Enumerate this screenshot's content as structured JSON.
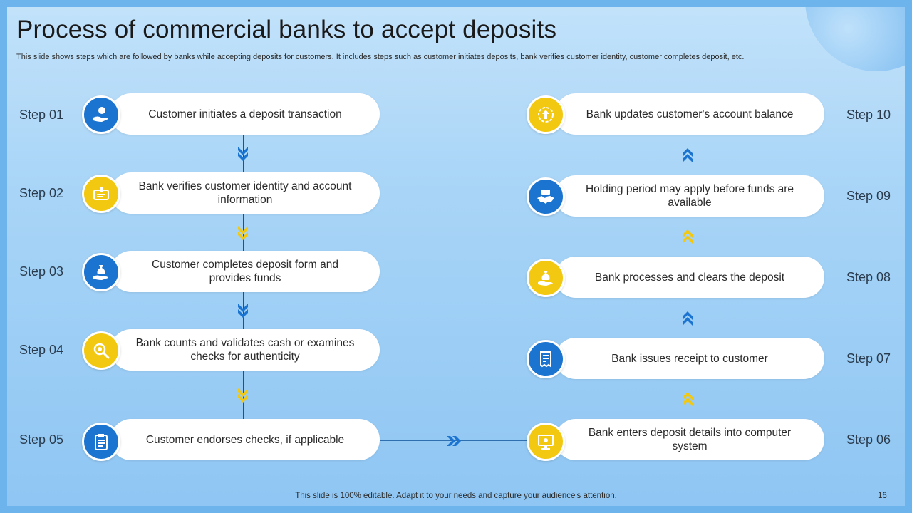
{
  "header": {
    "title": "Process of commercial banks to accept deposits",
    "subtitle": "This slide shows steps which are followed by banks while accepting deposits for customers. It includes steps such as customer initiates deposits, bank verifies customer identity, customer completes deposit, etc."
  },
  "footer": {
    "note": "This slide is 100% editable. Adapt it to your needs and capture your audience's attention.",
    "page_number": "16"
  },
  "colors": {
    "blue": "#1b74cf",
    "yellow": "#f2c811",
    "background": "#a9d5f7"
  },
  "steps": [
    {
      "label": "Step 01",
      "text": "Customer initiates a deposit transaction",
      "icon": "hand-coin-icon",
      "color": "blue"
    },
    {
      "label": "Step 02",
      "text": "Bank verifies customer identity and account information",
      "icon": "id-card-icon",
      "color": "yellow"
    },
    {
      "label": "Step 03",
      "text": "Customer completes deposit form and provides funds",
      "icon": "money-bag-hand-icon",
      "color": "blue"
    },
    {
      "label": "Step 04",
      "text": "Bank counts and validates cash or examines checks for authenticity",
      "icon": "magnifier-coin-icon",
      "color": "yellow"
    },
    {
      "label": "Step 05",
      "text": "Customer endorses checks, if applicable",
      "icon": "clipboard-checklist-icon",
      "color": "blue"
    },
    {
      "label": "Step 06",
      "text": "Bank enters deposit details into computer system",
      "icon": "computer-monitor-icon",
      "color": "yellow"
    },
    {
      "label": "Step 07",
      "text": "Bank issues receipt to customer",
      "icon": "receipt-icon",
      "color": "blue"
    },
    {
      "label": "Step 08",
      "text": "Bank processes and clears the deposit",
      "icon": "money-bag-hand-icon",
      "color": "yellow"
    },
    {
      "label": "Step 09",
      "text": "Holding period may apply before funds are available",
      "icon": "handshake-icon",
      "color": "blue"
    },
    {
      "label": "Step 10",
      "text": "Bank updates customer's account balance",
      "icon": "up-arrow-circle-icon",
      "color": "yellow"
    }
  ]
}
